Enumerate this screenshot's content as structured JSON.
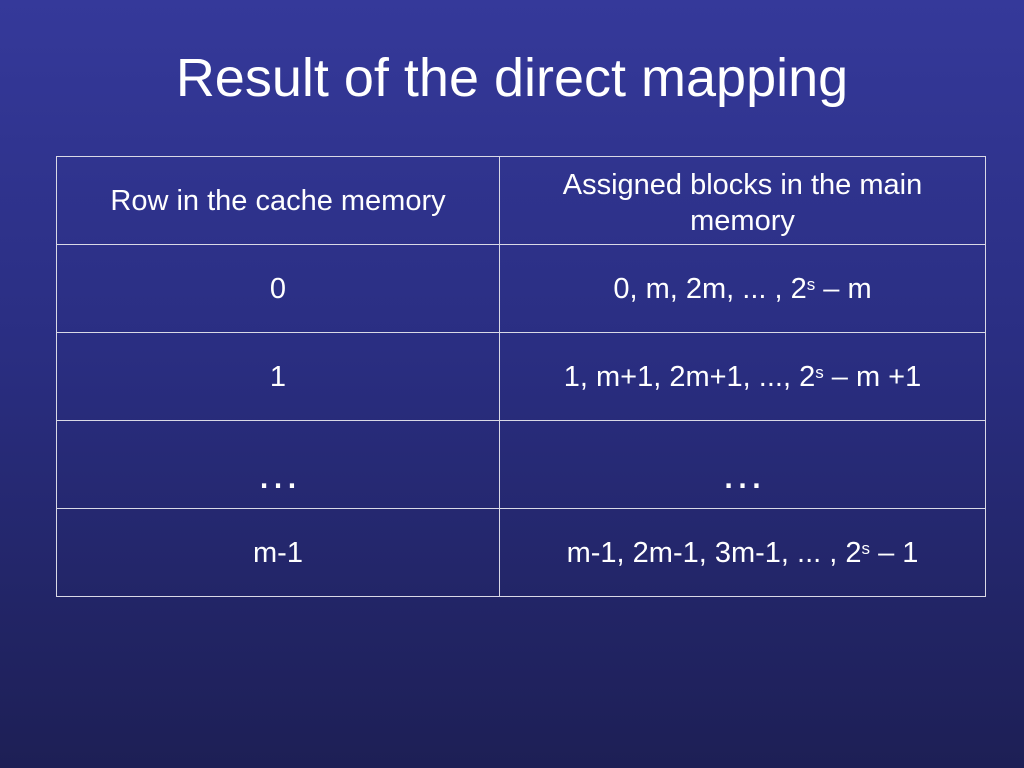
{
  "slide": {
    "title": "Result of the direct mapping"
  },
  "table": {
    "headers": [
      "Row in the cache memory",
      "Assigned blocks in the main memory"
    ],
    "rows": [
      {
        "row": "0",
        "blocks_pre": "0, m, 2m, ... , 2",
        "blocks_sup": "s",
        "blocks_post": " – m"
      },
      {
        "row": "1",
        "blocks_pre": "1, m+1, 2m+1, ..., 2",
        "blocks_sup": "s",
        "blocks_post": " – m +1"
      },
      {
        "row": "…",
        "blocks_pre": "…",
        "blocks_sup": "",
        "blocks_post": ""
      },
      {
        "row": "m-1",
        "blocks_pre": "m-1, 2m-1, 3m-1, ... , 2",
        "blocks_sup": "s",
        "blocks_post": " – 1"
      }
    ]
  },
  "colors": {
    "background_top": "#35399a",
    "background_bottom": "#1d1f55",
    "text": "#ffffff",
    "grid_line": "#d9d9e6"
  }
}
